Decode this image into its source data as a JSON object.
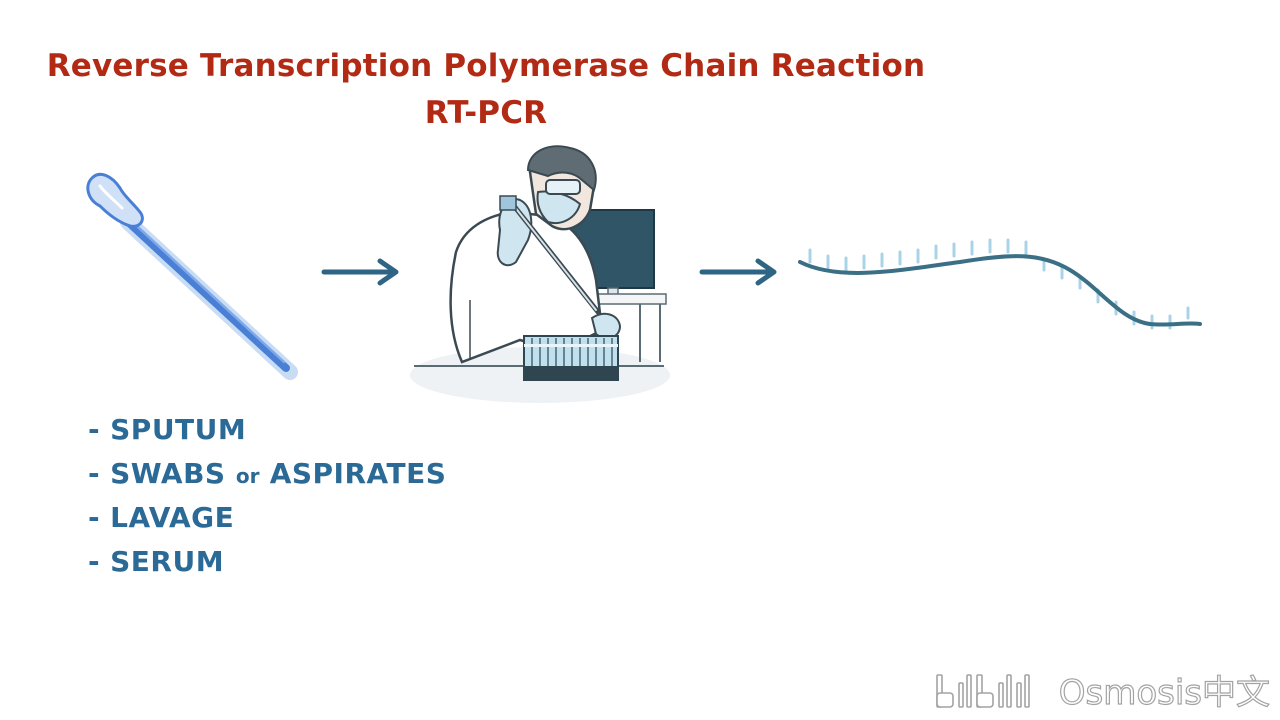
{
  "title": {
    "line1": "Reverse Transcription Polymerase Chain Reaction",
    "line2": "RT-PCR"
  },
  "samples": [
    {
      "dash": "-",
      "text": "SPUTUM"
    },
    {
      "dash": "-",
      "text_a": "SWABS ",
      "text_b": "or",
      "text_c": " ASPIRATES"
    },
    {
      "dash": "-",
      "text": "LAVAGE"
    },
    {
      "dash": "-",
      "text": "SERUM"
    }
  ],
  "watermark": {
    "text": "Osmosis中文"
  },
  "colors": {
    "title": "#b22a14",
    "list": "#2b6a96",
    "arrow": "#2e6584",
    "rna": "#3a6f86",
    "rna_ticks": "#a9d3e6"
  }
}
